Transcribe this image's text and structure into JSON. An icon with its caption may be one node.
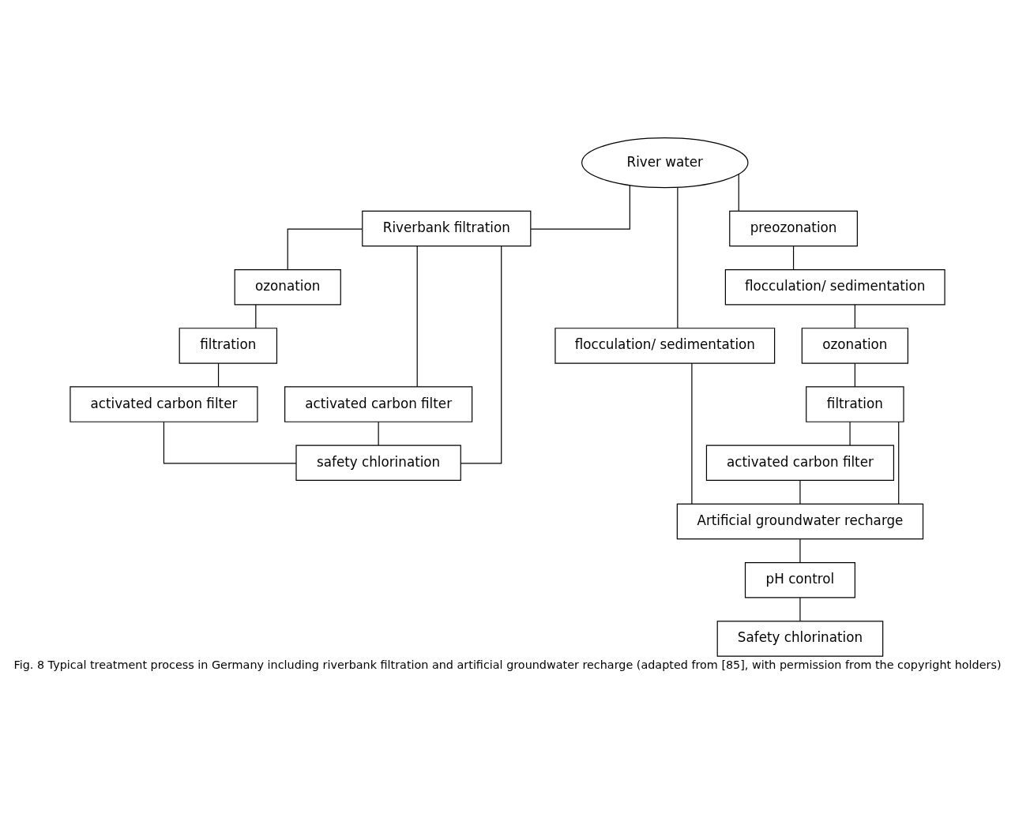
{
  "diagram": {
    "caption": "Fig. 8 Typical treatment process in Germany including riverbank filtration and artificial groundwater recharge (adapted from [85], with permission from the copyright holders)",
    "nodes": [
      {
        "text": [
          "River water"
        ]
      },
      {
        "text": [
          "Riverbank filtration"
        ]
      },
      {
        "text": [
          "ozonation"
        ]
      },
      {
        "text": [
          "activated carbon filter"
        ]
      },
      {
        "text": [
          "filtration"
        ]
      },
      {
        "text": [
          "activated carbon filter"
        ]
      },
      {
        "text": [
          "safety chlorination"
        ]
      },
      {
        "text": [
          "flocculation/ sedimentation"
        ]
      },
      {
        "text": [
          "preozonation"
        ]
      },
      {
        "text": [
          "flocculation/ sedimentation"
        ]
      },
      {
        "text": [
          "ozonation"
        ]
      },
      {
        "text": [
          "filtration"
        ]
      },
      {
        "text": [
          "activated carbon filter"
        ]
      },
      {
        "text": [
          "Artificial groundwater recharge"
        ]
      },
      {
        "text": [
          "pH control"
        ]
      },
      {
        "text": [
          "Safety chlorination"
        ]
      }
    ],
    "edges": [
      {
        "from": 0,
        "to": 1,
        "arrow": "none"
      },
      {
        "from": 0,
        "to": 7,
        "arrow": "none"
      },
      {
        "from": 0,
        "to": 8,
        "arrow": "none"
      },
      {
        "from": 1,
        "to": 6,
        "arrow": "none"
      },
      {
        "from": 1,
        "to": 3,
        "arrow": "none"
      },
      {
        "from": 1,
        "to": 2,
        "arrow": "none"
      },
      {
        "from": 2,
        "to": 4,
        "arrow": "none"
      },
      {
        "from": 4,
        "to": 5,
        "arrow": "none"
      },
      {
        "from": 3,
        "to": 6,
        "arrow": "none"
      },
      {
        "from": 5,
        "to": 6,
        "arrow": "none"
      },
      {
        "from": 8,
        "to": 9,
        "arrow": "none"
      },
      {
        "from": 9,
        "to": 10,
        "arrow": "none"
      },
      {
        "from": 10,
        "to": 11,
        "arrow": "none"
      },
      {
        "from": 11,
        "to": 13,
        "arrow": "none"
      },
      {
        "from": 11,
        "to": 12,
        "arrow": "none"
      },
      {
        "from": 12,
        "to": 13,
        "arrow": "none"
      },
      {
        "from": 7,
        "to": 13,
        "arrow": "none"
      },
      {
        "from": 13,
        "to": 14,
        "arrow": "none"
      },
      {
        "from": 14,
        "to": 15,
        "arrow": "none"
      }
    ]
  }
}
